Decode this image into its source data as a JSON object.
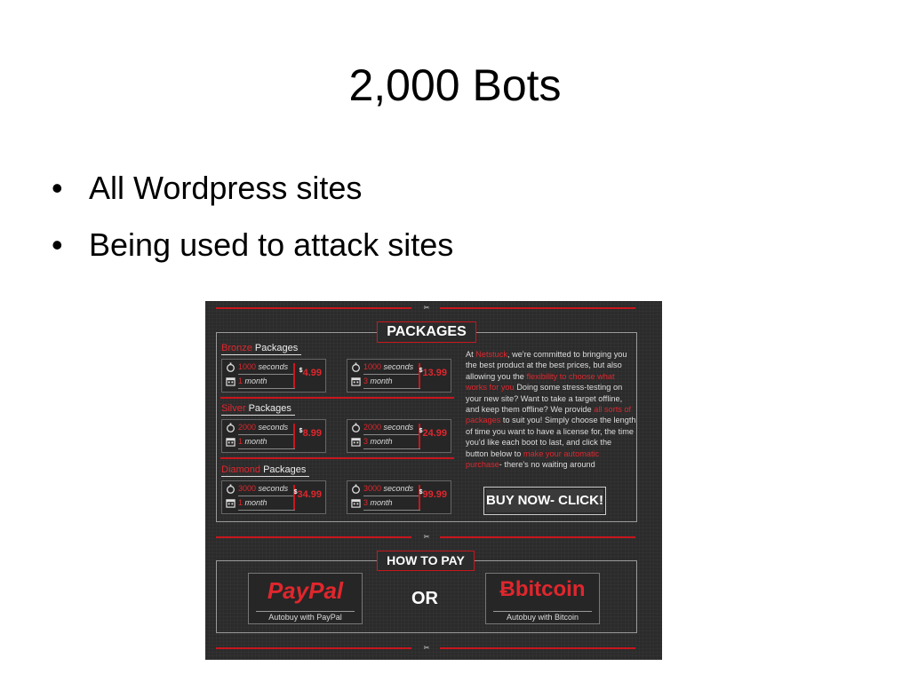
{
  "slide": {
    "title": "2,000 Bots",
    "bullets": [
      "All Wordpress sites",
      "Being used to attack sites"
    ]
  },
  "screenshot": {
    "packages_tab": "PACKAGES",
    "packages": [
      {
        "name_highlight": "Bronze",
        "name_rest": " Packages",
        "options": [
          {
            "num": "1000",
            "unit": "seconds",
            "count": "1",
            "period": "month",
            "currency": "$",
            "price": "4.99"
          },
          {
            "num": "1000",
            "unit": "seconds",
            "count": "3",
            "period": "month",
            "currency": "$",
            "price": "13.99"
          }
        ]
      },
      {
        "name_highlight": "Silver",
        "name_rest": " Packages",
        "options": [
          {
            "num": "2000",
            "unit": "seconds",
            "count": "1",
            "period": "month",
            "currency": "$",
            "price": "8.99"
          },
          {
            "num": "2000",
            "unit": "seconds",
            "count": "3",
            "period": "month",
            "currency": "$",
            "price": "24.99"
          }
        ]
      },
      {
        "name_highlight": "Diamond",
        "name_rest": " Packages",
        "options": [
          {
            "num": "3000",
            "unit": "seconds",
            "count": "1",
            "period": "month",
            "currency": "$",
            "price": "34.99"
          },
          {
            "num": "3000",
            "unit": "seconds",
            "count": "3",
            "period": "month",
            "currency": "$",
            "price": "99.99"
          }
        ]
      }
    ],
    "description": {
      "p1": "At ",
      "brand": "Netstuck",
      "p2": ", we're committed to bringing you the best product at the best prices, but also allowing you the ",
      "h2": "flexibility to choose what works for you",
      "p3": " Doing some stress-testing on your new site? Want to take a target offline, and keep them offline? We provide ",
      "h3": "all sorts of packages",
      "p4": " to suit you! Simply choose the length of time you want to have a license for, the time you'd like each boot to last, and click the button below to ",
      "h4": "make your automatic purchase",
      "p5": "- there's no waiting around"
    },
    "buy_button": "BUY NOW- CLICK!",
    "how_to_pay_tab": "HOW TO PAY",
    "or_label": "OR",
    "paypal": {
      "logo": "PayPal",
      "caption": "Autobuy with PayPal"
    },
    "bitcoin": {
      "logo": "Ƀbitcoin",
      "caption": "Autobuy with Bitcoin"
    },
    "colors": {
      "accent": "#c8161d",
      "background": "#2b2b2b"
    },
    "icons": [
      "stopwatch-icon",
      "calendar-icon",
      "divider-ornament-icon"
    ]
  }
}
